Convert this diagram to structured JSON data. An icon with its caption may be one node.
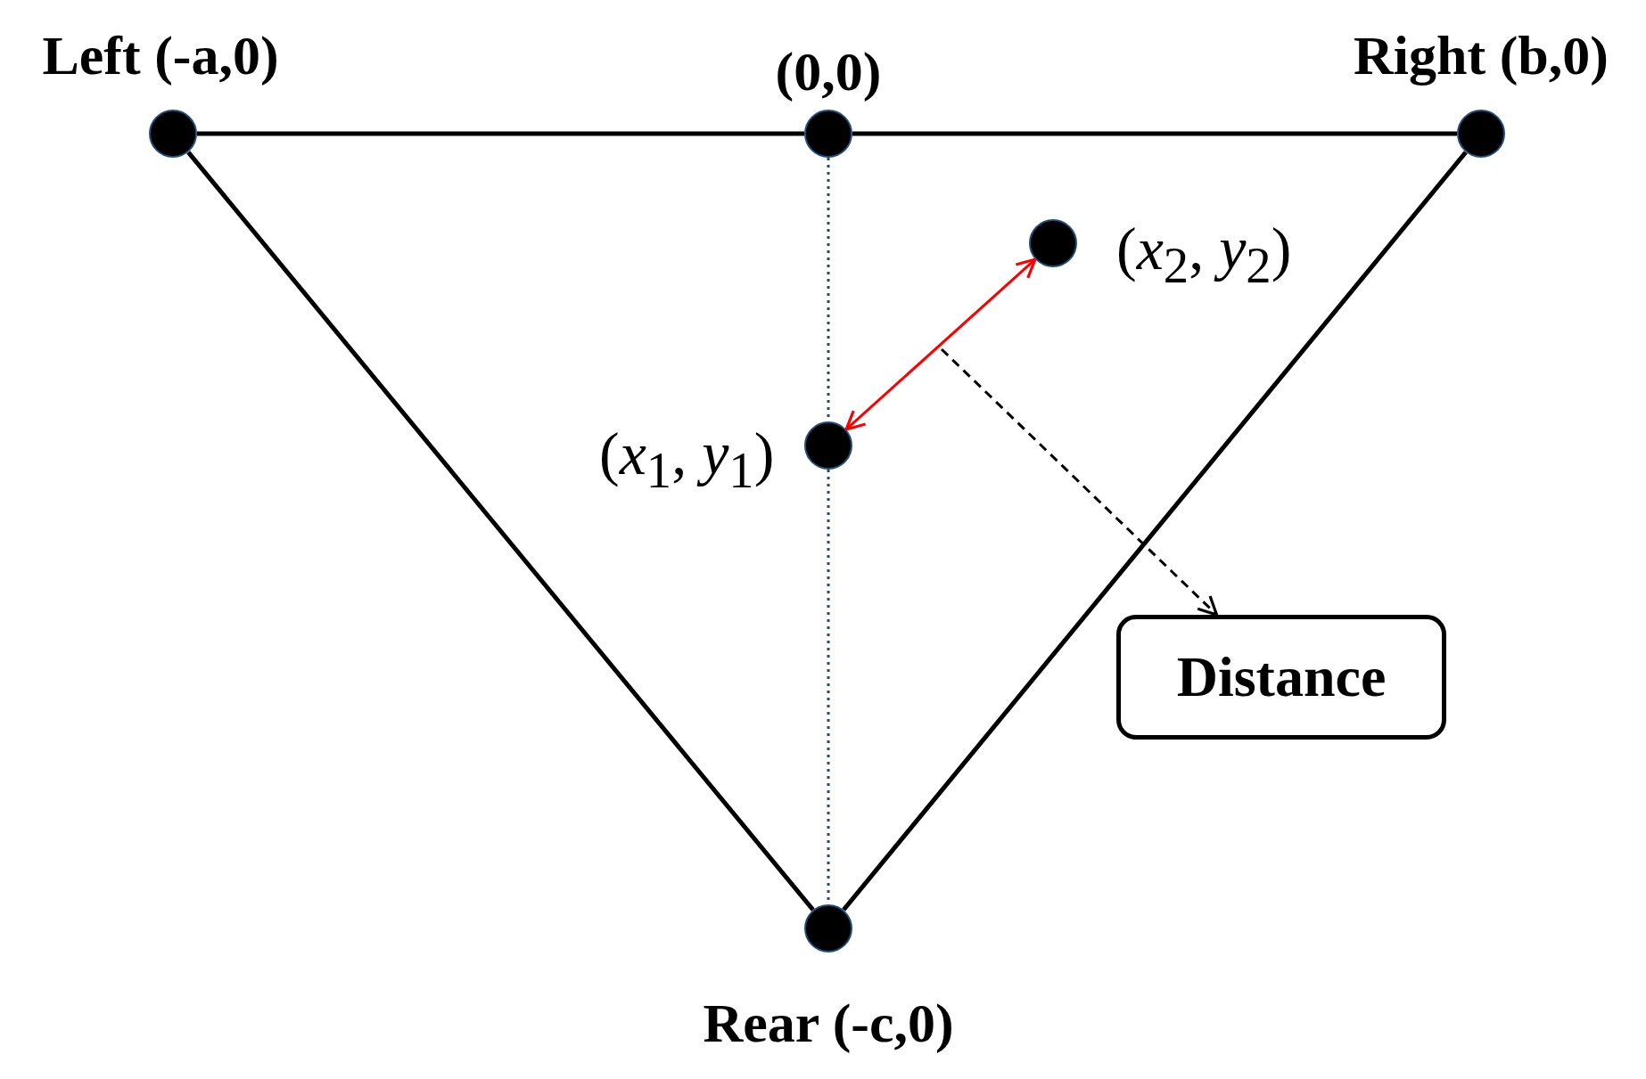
{
  "diagram": {
    "nodes": [
      {
        "text": [],
        "shape": "circle",
        "beside": [
          "Left (-a,0)"
        ]
      },
      {
        "text": [],
        "shape": "circle",
        "beside": [
          "(0,0)"
        ]
      },
      {
        "text": [],
        "shape": "circle",
        "beside": [
          "Right (b,0)"
        ]
      },
      {
        "text": [],
        "shape": "circle",
        "beside": [
          "(*x*$_{2}$, *y*$_{2}$)"
        ]
      },
      {
        "text": [],
        "shape": "circle",
        "beside": [
          "(*x*$_{1}$, *y*$_{1}$)"
        ]
      },
      {
        "text": [],
        "shape": "circle",
        "beside": [
          "Rear (-c,0)"
        ]
      },
      {
        "text": [
          "Distance"
        ]
      }
    ],
    "edges": [
      {
        "from": 0,
        "to": 1,
        "arrow": "none"
      },
      {
        "from": 1,
        "to": 2,
        "arrow": "none"
      },
      {
        "from": 0,
        "to": 5,
        "arrow": "none"
      },
      {
        "from": 5,
        "to": 2,
        "arrow": "none"
      },
      {
        "from": 1,
        "to": 4,
        "arrow": "none",
        "style": "dashed",
        "color": "#1f4e79"
      },
      {
        "from": 4,
        "to": 5,
        "arrow": "none",
        "style": "dashed",
        "color": "#1f4e79"
      },
      {
        "from": 4,
        "to": 3,
        "arrow": "both",
        "color": "#ff0000"
      },
      {
        "from": null,
        "to": 6,
        "arrow": "to",
        "style": "dashed"
      }
    ]
  }
}
